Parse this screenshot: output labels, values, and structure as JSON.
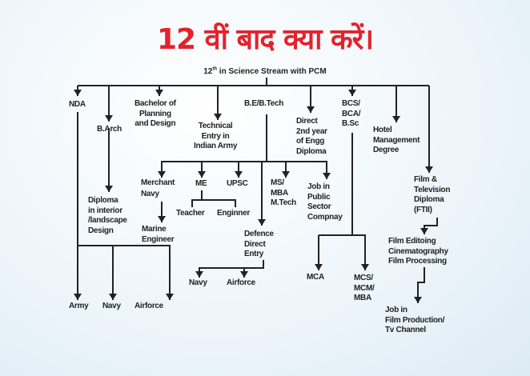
{
  "title": "12 वीं बाद क्या करें।",
  "subtitle": {
    "prefix": "12",
    "sup": "th",
    "text": " in Science Stream with PCM"
  },
  "nodes": {
    "nda": "NDA",
    "barch": "B.Arch",
    "bplan": [
      "Bachelor of",
      "Planning",
      "and Design"
    ],
    "tech_entry": [
      "Technical",
      "Entry in",
      "Indian Army"
    ],
    "betech": "B.E/B.Tech",
    "direct": [
      "Direct",
      "2nd year",
      "of Engg",
      "Diploma"
    ],
    "bcs": [
      "BCS/",
      "BCA/",
      "B.Sc"
    ],
    "hotel": [
      "Hotel",
      "Management",
      "Degree"
    ],
    "diploma_interior": [
      "Diploma",
      "in interior",
      "/landscape",
      "Design"
    ],
    "merchant": [
      "Merchant",
      "Navy"
    ],
    "me": "ME",
    "upsc": "UPSC",
    "ms": [
      "MS/",
      "MBA",
      "M.Tech"
    ],
    "job_public": [
      "Job in",
      "Public",
      "Sector",
      "Compnay"
    ],
    "teacher": "Teacher",
    "enginner": "Enginner",
    "marine": [
      "Marine",
      "Engineer"
    ],
    "defence": [
      "Defence",
      "Direct",
      "Entry"
    ],
    "navy2": "Navy",
    "airforce2": "Airforce",
    "mca": "MCA",
    "mcs": [
      "MCS/",
      "MCM/",
      "MBA"
    ],
    "army": "Army",
    "navy1": "Navy",
    "airforce1": "Airforce",
    "film_tv": [
      "Film &",
      "Television",
      "Diploma",
      "(FTII)"
    ],
    "film_edit": [
      "Film Editoing",
      "Cinematography",
      "Film Processing"
    ],
    "job_film": [
      "Job in",
      "Film Production/",
      "Tv Channel"
    ]
  },
  "colors": {
    "title": "#e3222b",
    "line": "#222222"
  }
}
